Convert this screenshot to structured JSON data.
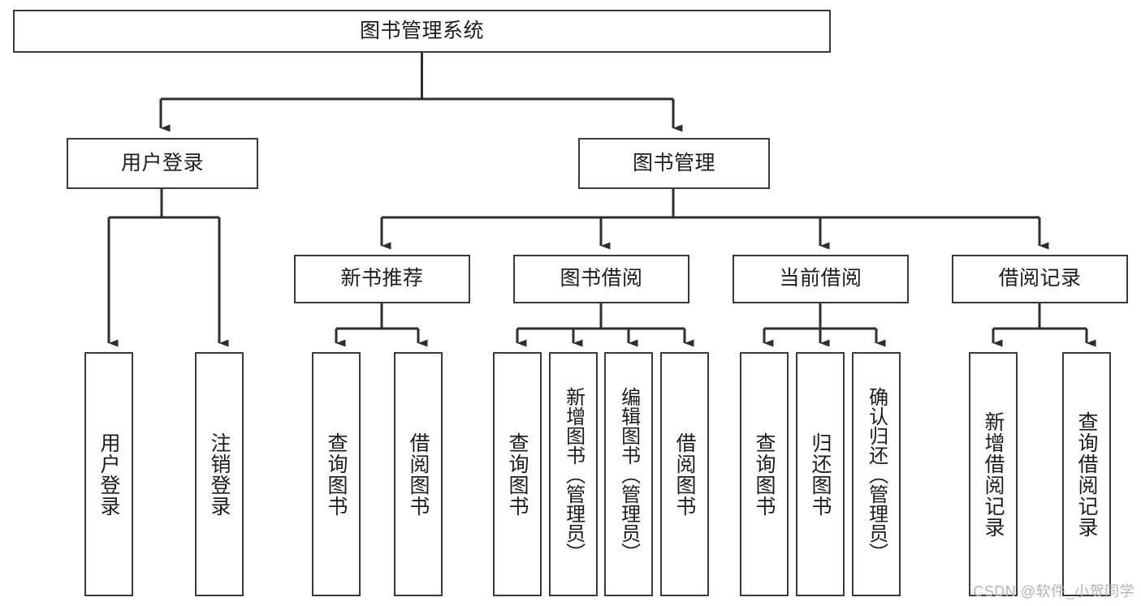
{
  "diagram": {
    "title": "图书管理系统",
    "type": "tree",
    "root": {
      "label": "图书管理系统",
      "children": [
        {
          "label": "用户登录",
          "children": [
            {
              "label": "用户登录",
              "children": []
            },
            {
              "label": "注销登录",
              "children": []
            }
          ]
        },
        {
          "label": "图书管理",
          "children": [
            {
              "label": "新书推荐",
              "children": [
                {
                  "label": "查询图书",
                  "children": []
                },
                {
                  "label": "借阅图书",
                  "children": []
                }
              ]
            },
            {
              "label": "图书借阅",
              "children": [
                {
                  "label": "查询图书",
                  "children": []
                },
                {
                  "label": "新增图书（管理员）",
                  "children": []
                },
                {
                  "label": "编辑图书（管理员）",
                  "children": []
                },
                {
                  "label": "借阅图书",
                  "children": []
                }
              ]
            },
            {
              "label": "当前借阅",
              "children": [
                {
                  "label": "查询图书",
                  "children": []
                },
                {
                  "label": "归还图书",
                  "children": []
                },
                {
                  "label": "确认归还（管理员）",
                  "children": []
                }
              ]
            },
            {
              "label": "借阅记录",
              "children": [
                {
                  "label": "新增借阅记录",
                  "children": []
                },
                {
                  "label": "查询借阅记录",
                  "children": []
                }
              ]
            }
          ]
        }
      ]
    }
  },
  "nodes": {
    "root": {
      "label": "图书管理系统"
    },
    "level2": [
      {
        "label": "用户登录"
      },
      {
        "label": "图书管理"
      }
    ],
    "level3": [
      {
        "label": "新书推荐"
      },
      {
        "label": "图书借阅"
      },
      {
        "label": "当前借阅"
      },
      {
        "label": "借阅记录"
      }
    ],
    "leaves": {
      "user_login": [
        {
          "label": "用户登录"
        },
        {
          "label": "注销登录"
        }
      ],
      "new_book": [
        {
          "label": "查询图书"
        },
        {
          "label": "借阅图书"
        }
      ],
      "book_borrow": [
        {
          "label": "查询图书"
        },
        {
          "label": "新增图书（管理员）"
        },
        {
          "label": "编辑图书（管理员）"
        },
        {
          "label": "借阅图书"
        }
      ],
      "current_borrow": [
        {
          "label": "查询图书"
        },
        {
          "label": "归还图书"
        },
        {
          "label": "确认归还（管理员）"
        }
      ],
      "borrow_record": [
        {
          "label": "新增借阅记录"
        },
        {
          "label": "查询借阅记录"
        }
      ]
    }
  },
  "watermark": {
    "text": "CSDN @软件_小贺同学"
  },
  "colors": {
    "stroke": "#3a3a3a",
    "text": "#1c1c1c",
    "background": "#ffffff",
    "watermark": "#b3b3b3"
  }
}
